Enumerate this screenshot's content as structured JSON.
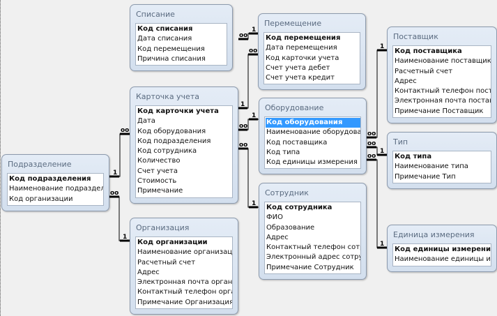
{
  "diagram": {
    "title": "Схема данных",
    "tables": [
      {
        "id": "spisanie",
        "name": "Списание",
        "fields": [
          {
            "label": "Код списания",
            "pk": true
          },
          {
            "label": "Дата списания"
          },
          {
            "label": "Код перемещения"
          },
          {
            "label": "Причина списания"
          }
        ]
      },
      {
        "id": "peremeshchenie",
        "name": "Перемещение",
        "fields": [
          {
            "label": "Код перемещения",
            "pk": true
          },
          {
            "label": "Дата перемещения"
          },
          {
            "label": "Код карточки учета"
          },
          {
            "label": "Счет учета дебет"
          },
          {
            "label": "Счет учета кредит"
          }
        ]
      },
      {
        "id": "postavshchik",
        "name": "Поставщик",
        "fields": [
          {
            "label": "Код поставщика",
            "pk": true
          },
          {
            "label": "Наименование поставщика"
          },
          {
            "label": "Расчетный счет"
          },
          {
            "label": "Адрес"
          },
          {
            "label": "Контактный телефон поставщика"
          },
          {
            "label": "Электронная почта поставщика"
          },
          {
            "label": "Примечание Поставщик"
          }
        ]
      },
      {
        "id": "kartochka",
        "name": "Карточка учета",
        "fields": [
          {
            "label": "Код карточки учета",
            "pk": true
          },
          {
            "label": "Дата"
          },
          {
            "label": "Код оборудования"
          },
          {
            "label": "Код подразделения"
          },
          {
            "label": "Код сотрудника"
          },
          {
            "label": "Количество"
          },
          {
            "label": "Счет учета"
          },
          {
            "label": "Стоимость"
          },
          {
            "label": "Примечание"
          }
        ]
      },
      {
        "id": "oborudovanie",
        "name": "Оборудование",
        "fields": [
          {
            "label": "Код оборудования",
            "pk": true,
            "selected": true
          },
          {
            "label": "Наименование оборудования"
          },
          {
            "label": "Код поставщика"
          },
          {
            "label": "Код типа"
          },
          {
            "label": "Код единицы измерения"
          }
        ]
      },
      {
        "id": "tip",
        "name": "Тип",
        "fields": [
          {
            "label": "Код типа",
            "pk": true
          },
          {
            "label": "Наименование типа"
          },
          {
            "label": "Примечание Тип"
          }
        ]
      },
      {
        "id": "podrazdelenie",
        "name": "Подразделение",
        "fields": [
          {
            "label": "Код подразделения",
            "pk": true
          },
          {
            "label": "Наименование подразделения"
          },
          {
            "label": "Код организации"
          }
        ]
      },
      {
        "id": "sotrudnik",
        "name": "Сотрудник",
        "fields": [
          {
            "label": "Код сотрудника",
            "pk": true
          },
          {
            "label": "ФИО"
          },
          {
            "label": "Образование"
          },
          {
            "label": "Адрес"
          },
          {
            "label": "Контактный телефон сотрудника"
          },
          {
            "label": "Электронный адрес сотрудника"
          },
          {
            "label": "Примечание Сотрудник"
          }
        ]
      },
      {
        "id": "organizaciya",
        "name": "Организация",
        "fields": [
          {
            "label": "Код организации",
            "pk": true
          },
          {
            "label": "Наименование организации"
          },
          {
            "label": "Расчетный счет"
          },
          {
            "label": "Адрес"
          },
          {
            "label": "Электронная почта организации"
          },
          {
            "label": "Контактный телефон организации"
          },
          {
            "label": "Примечание Организация"
          }
        ]
      },
      {
        "id": "edinica",
        "name": "Единица измерения",
        "fields": [
          {
            "label": "Код единицы измерения",
            "pk": true
          },
          {
            "label": "Наименование единицы измерения"
          }
        ]
      }
    ],
    "relationships": [
      {
        "from": "peremeshchenie",
        "from_field": "Код перемещения",
        "from_card": "1",
        "to": "spisanie",
        "to_field": "Код перемещения",
        "to_card": "∞"
      },
      {
        "from": "kartochka",
        "from_field": "Код карточки учета",
        "from_card": "1",
        "to": "peremeshchenie",
        "to_field": "Код карточки учета",
        "to_card": "∞"
      },
      {
        "from": "oborudovanie",
        "from_field": "Код оборудования",
        "from_card": "1",
        "to": "kartochka",
        "to_field": "Код оборудования",
        "to_card": "∞"
      },
      {
        "from": "sotrudnik",
        "from_field": "Код сотрудника",
        "from_card": "1",
        "to": "kartochka",
        "to_field": "Код сотрудника",
        "to_card": "∞"
      },
      {
        "from": "podrazdelenie",
        "from_field": "Код подразделения",
        "from_card": "1",
        "to": "kartochka",
        "to_field": "Код подразделения",
        "to_card": "∞"
      },
      {
        "from": "organizaciya",
        "from_field": "Код организации",
        "from_card": "1",
        "to": "podrazdelenie",
        "to_field": "Код организации",
        "to_card": "∞"
      },
      {
        "from": "postavshchik",
        "from_field": "Код поставщика",
        "from_card": "1",
        "to": "oborudovanie",
        "to_field": "Код поставщика",
        "to_card": "∞"
      },
      {
        "from": "tip",
        "from_field": "Код типа",
        "from_card": "1",
        "to": "oborudovanie",
        "to_field": "Код типа",
        "to_card": "∞"
      },
      {
        "from": "edinica",
        "from_field": "Код единицы измерения",
        "from_card": "1",
        "to": "oborudovanie",
        "to_field": "Код единицы измерения",
        "to_card": "∞"
      }
    ]
  }
}
